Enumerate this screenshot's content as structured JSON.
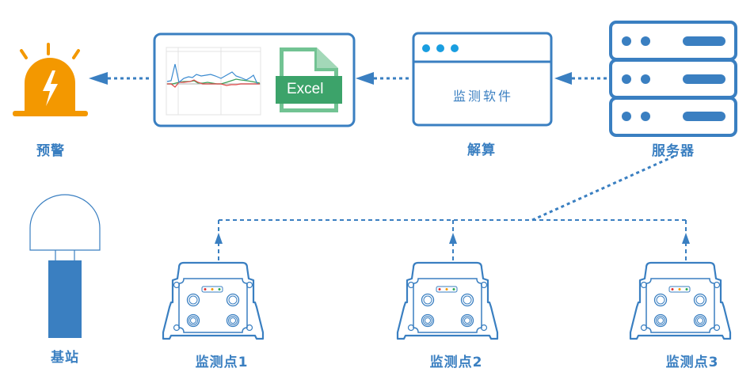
{
  "colors": {
    "primary": "#3a7fc1",
    "alarm": "#f39800",
    "excel_green": "#3ca36a",
    "excel_light": "#72c393",
    "dot_blue": "#1a9ee0",
    "led_red": "#e0302f",
    "led_orange": "#f39800",
    "led_green": "#2fa84f",
    "chart_blue": "#3a8ad0",
    "chart_red": "#e24a4a",
    "chart_green": "#3aa05a"
  },
  "nodes": {
    "alarm": {
      "label": "预警",
      "icon": "alarm-siren-icon"
    },
    "report": {
      "icon": "line-chart-thumbnail",
      "excel_label": "Excel"
    },
    "software": {
      "label": "解算",
      "inner_label": "监测软件",
      "icon": "app-window-icon"
    },
    "server": {
      "label": "服务器",
      "icon": "server-rack-icon"
    },
    "base_station": {
      "label": "基站",
      "icon": "gnss-antenna-icon"
    },
    "monitors": [
      {
        "label": "监测点1",
        "icon": "gnss-receiver-icon"
      },
      {
        "label": "监测点2",
        "icon": "gnss-receiver-icon"
      },
      {
        "label": "监测点3",
        "icon": "gnss-receiver-icon"
      }
    ]
  },
  "flows": [
    {
      "from": "monitors",
      "to": "server",
      "style": "dashed"
    },
    {
      "from": "server",
      "to": "software",
      "style": "dotted"
    },
    {
      "from": "software",
      "to": "report",
      "style": "dotted"
    },
    {
      "from": "report",
      "to": "alarm",
      "style": "dotted"
    }
  ]
}
